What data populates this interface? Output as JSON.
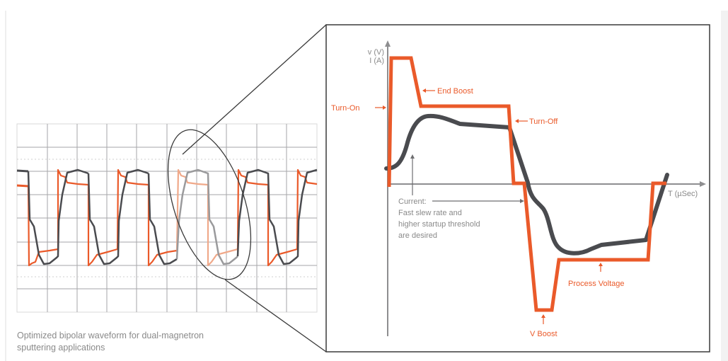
{
  "caption": {
    "line1": "Optimized bipolar waveform for dual-magnetron",
    "line2": "sputtering applications"
  },
  "diagram": {
    "y_axis_label_1": "v (V)",
    "y_axis_label_2": "I (A)",
    "x_axis_label": "T (µSec)",
    "annotations": {
      "turn_on": "Turn-On",
      "end_boost": "End Boost",
      "turn_off": "Turn-Off",
      "current_1": "Current:",
      "current_2": "Fast slew rate and",
      "current_3": "higher startup threshold",
      "current_4": "are desired",
      "process_voltage": "Process Voltage",
      "v_boost": "V Boost"
    },
    "series": [
      {
        "name": "Voltage",
        "color": "#ea5a2a"
      },
      {
        "name": "Current",
        "color": "#4a4b4f"
      }
    ]
  },
  "colors": {
    "orange": "#ea5a2a",
    "dark_gray": "#4a4b4f",
    "grid": "#a6a6a8",
    "label_gray": "#8a8a8a"
  }
}
